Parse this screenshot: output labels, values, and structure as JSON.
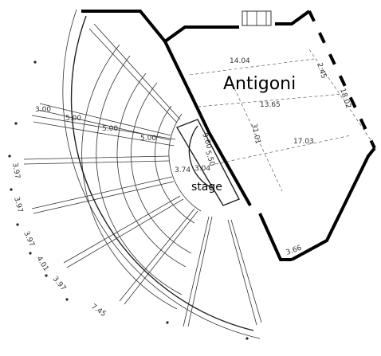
{
  "labels": {
    "hall_name": "Antigoni",
    "stage": "stage"
  },
  "dimensions": [
    "14.04",
    "13.65",
    "17.03",
    "31.01",
    "18.02",
    "2.45",
    "3.66",
    "9.60",
    "5.50",
    "3.04",
    "3.74",
    "5.00",
    "5.00",
    "5.00",
    "3.00",
    "3.97",
    "3.97",
    "3.97",
    "4.01",
    "3.97",
    "7.45"
  ]
}
